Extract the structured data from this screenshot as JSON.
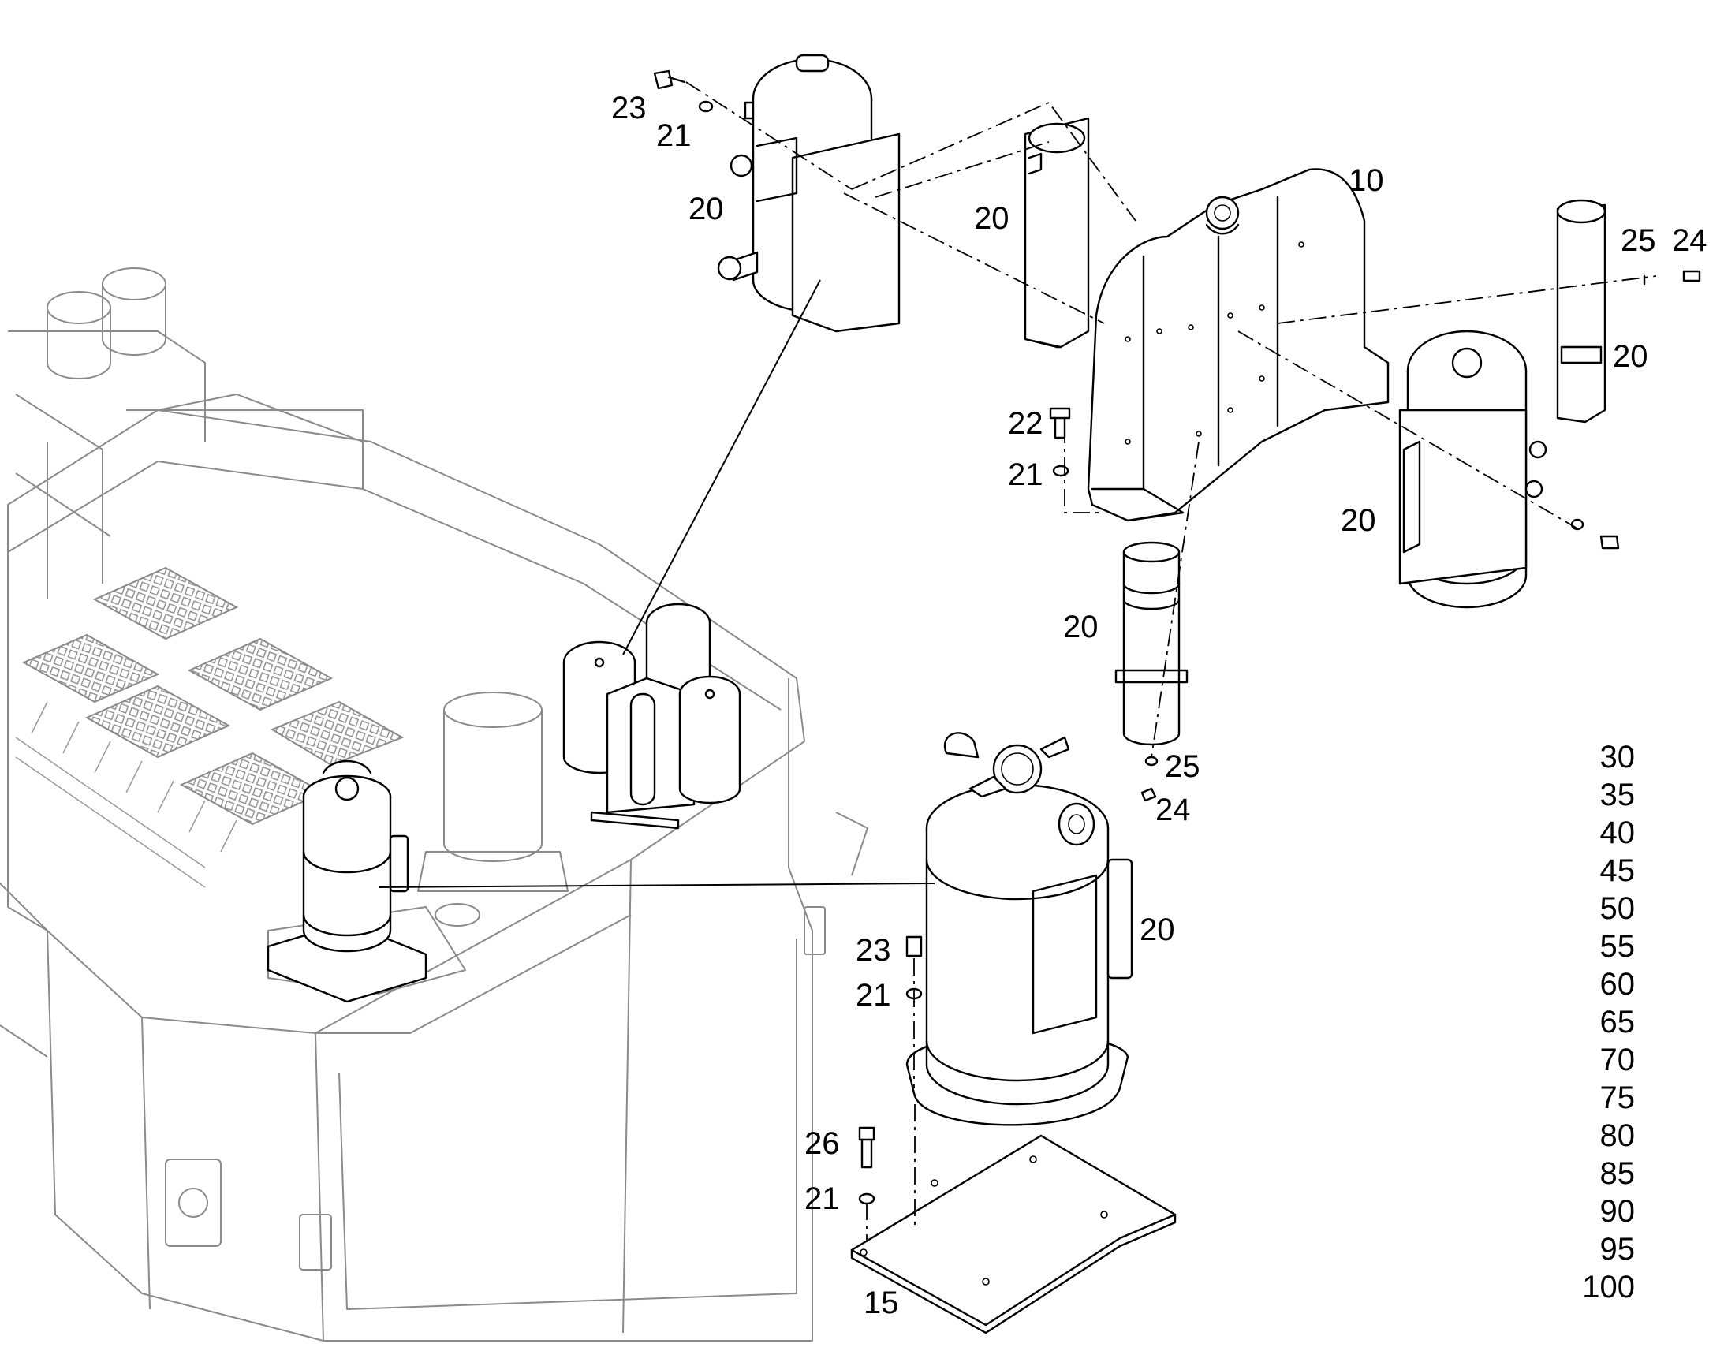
{
  "callouts": {
    "c10": "10",
    "c15": "15",
    "c20a": "20",
    "c20b": "20",
    "c20c": "20",
    "c20d": "20",
    "c20e": "20",
    "c20f": "20",
    "c21a": "21",
    "c21b": "21",
    "c21c": "21",
    "c21d": "21",
    "c22": "22",
    "c23a": "23",
    "c23b": "23",
    "c24a": "24",
    "c24b": "24",
    "c25a": "25",
    "c25b": "25",
    "c26": "26"
  },
  "part_numbers": [
    "30",
    "35",
    "40",
    "45",
    "50",
    "55",
    "60",
    "65",
    "70",
    "75",
    "80",
    "85",
    "90",
    "95",
    "100"
  ]
}
